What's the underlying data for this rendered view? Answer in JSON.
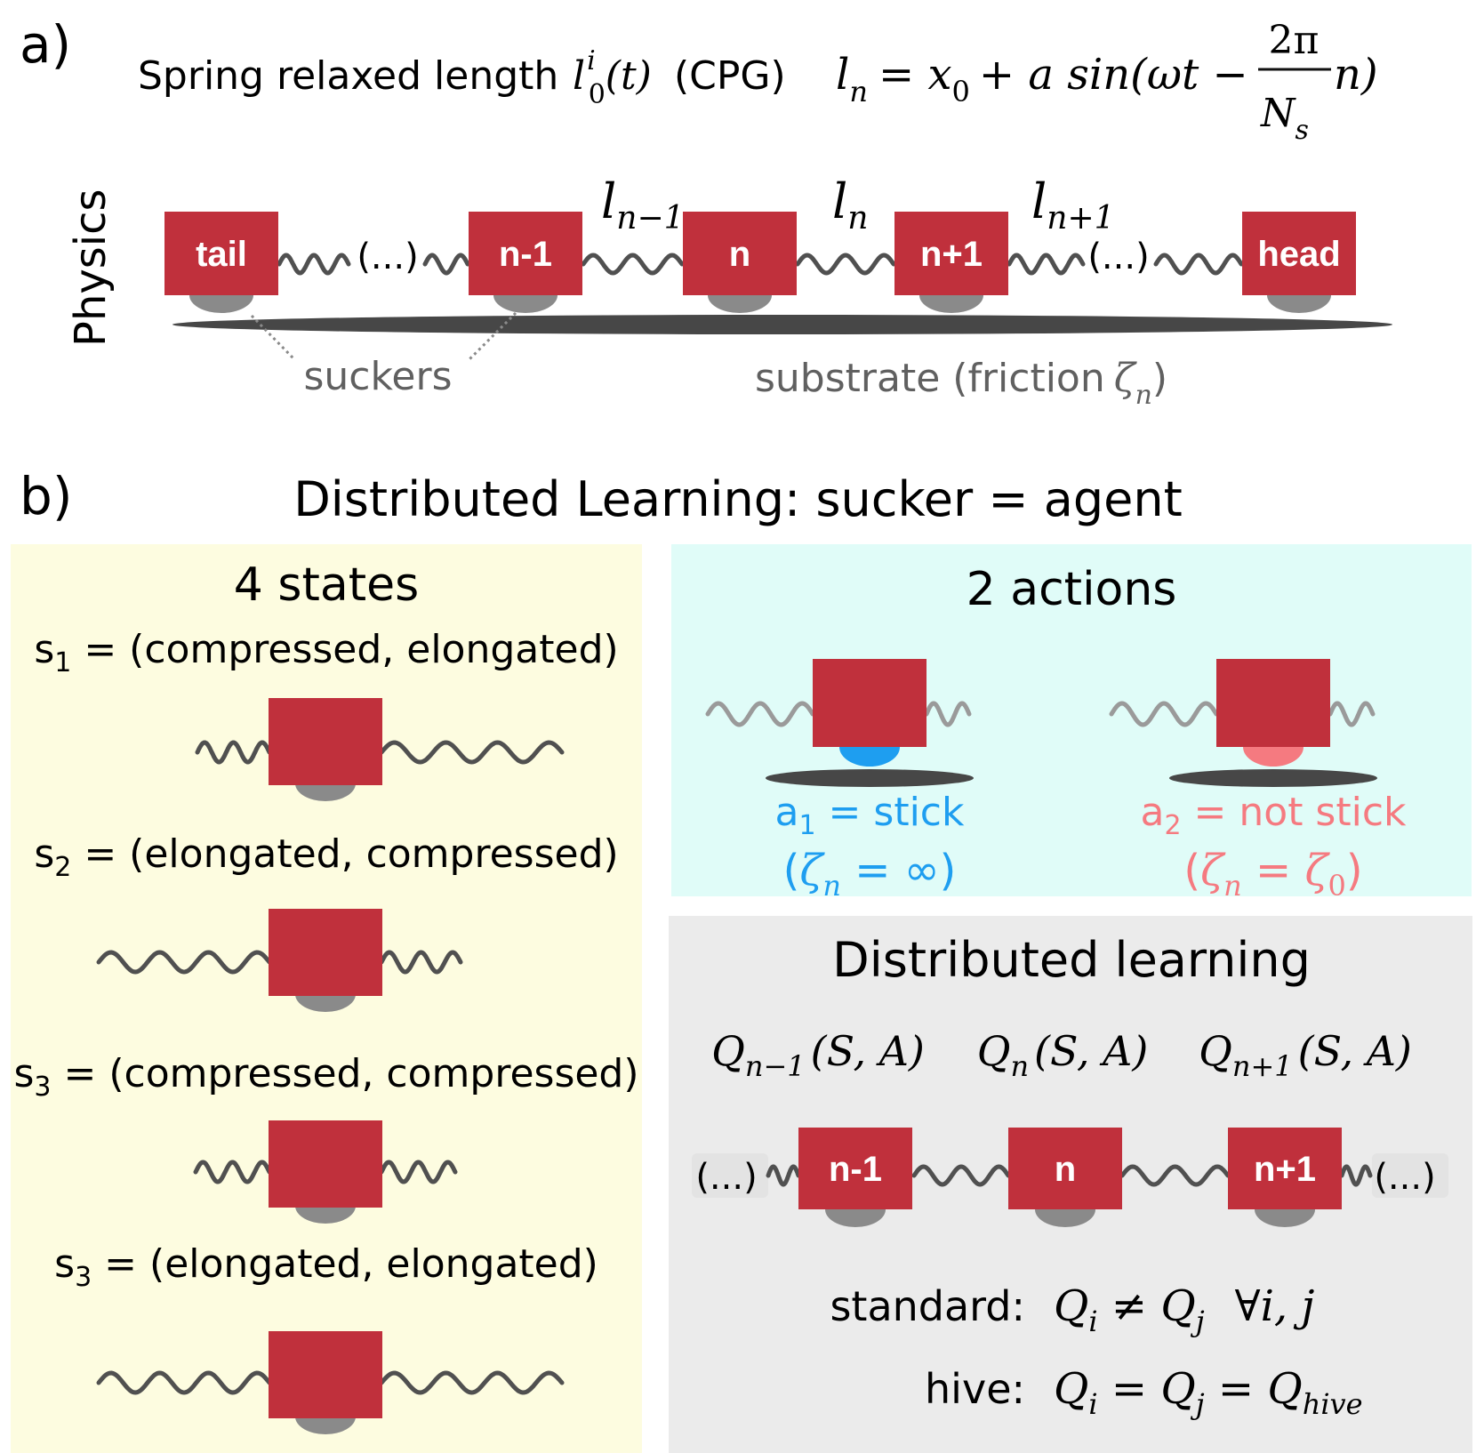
{
  "colors": {
    "block": "#c0303c",
    "sucker": "#8a8a8a",
    "spring": "#505050",
    "spring_light": "#9a9a9a",
    "substrate": "#474747",
    "states_bg": "#fdfce0",
    "actions_bg": "#e0fcf8",
    "learning_bg": "#ebebeb",
    "stick": "#1e9ef0",
    "not_stick": "#f57a80",
    "gray_text": "#606060"
  },
  "panel_a": {
    "label": "a)",
    "cpg_text": "Spring relaxed length",
    "cpg_symbol": "l",
    "cpg_sup": "i",
    "cpg_sub": "0",
    "cpg_arg": "(t)",
    "cpg_tag": "(CPG)",
    "eq_lhs": "l",
    "eq_lhs_sub": "n",
    "eq_rhs": "= x",
    "eq_x_sub": "0",
    "eq_plus": "+ a sin(ωt −",
    "eq_frac_num": "2π",
    "eq_frac_den": "N",
    "eq_frac_den_sub": "s",
    "eq_close": "n)",
    "side_label": "Physics",
    "blocks": [
      "tail",
      "n-1",
      "n",
      "n+1",
      "head"
    ],
    "ellipsis": "(...)",
    "spring_labels": [
      {
        "base": "l",
        "sub": "n−1"
      },
      {
        "base": "l",
        "sub": "n"
      },
      {
        "base": "l",
        "sub": "n+1"
      }
    ],
    "suckers_label": "suckers",
    "substrate_label": "substrate (friction",
    "substrate_symbol": "ζ",
    "substrate_sub": "n",
    "substrate_close": ")"
  },
  "panel_b": {
    "label": "b)",
    "title": "Distributed Learning: sucker = agent",
    "states": {
      "title": "4 states",
      "items": [
        {
          "s": "s",
          "idx": "1",
          "text": " = (compressed, elongated)"
        },
        {
          "s": "s",
          "idx": "2",
          "text": " = (elongated, compressed)"
        },
        {
          "s": "s",
          "idx": "3",
          "text": " = (compressed, compressed)"
        },
        {
          "s": "s",
          "idx": "3",
          "text": " = (elongated, elongated)"
        }
      ]
    },
    "actions": {
      "title": "2 actions",
      "stick": {
        "a": "a",
        "idx": "1",
        "text": " = stick",
        "z_open": "(",
        "z": "ζ",
        "z_sub": "n",
        "z_eq": " = ∞)"
      },
      "not_stick": {
        "a": "a",
        "idx": "2",
        "text": " = not stick",
        "z_open": "(",
        "z": "ζ",
        "z_sub": "n",
        "z_eq": " = ",
        "z2": "ζ",
        "z2_sub": "0",
        "z_close": ")"
      }
    },
    "learning": {
      "title": "Distributed learning",
      "q_labels": [
        {
          "q": "Q",
          "sub": "n−1",
          "args": "(S, A)"
        },
        {
          "q": "Q",
          "sub": "n",
          "args": "(S, A)"
        },
        {
          "q": "Q",
          "sub": "n+1",
          "args": "(S, A)"
        }
      ],
      "blocks": [
        "n-1",
        "n",
        "n+1"
      ],
      "ellipsis": "(...)",
      "standard_label": "standard:",
      "standard_eq": {
        "q1": "Q",
        "i": "i",
        "neq": " ≠ ",
        "q2": "Q",
        "j": "j",
        "forall": "∀i, j"
      },
      "hive_label": "hive:",
      "hive_eq": {
        "q1": "Q",
        "i": "i",
        "eq1": " = ",
        "q2": "Q",
        "j": "j",
        "eq2": " = ",
        "q3": "Q",
        "hive": "hive"
      }
    }
  }
}
